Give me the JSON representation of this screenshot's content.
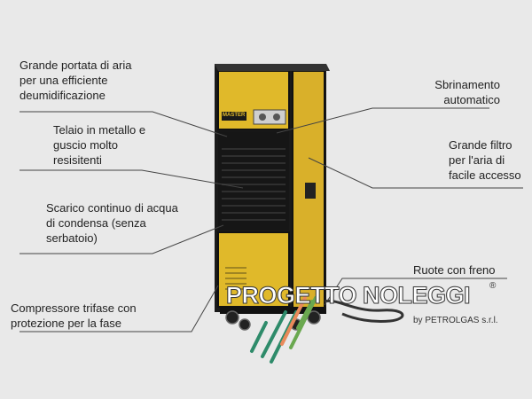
{
  "labels": {
    "airflow": [
      "Grande portata di aria",
      "per una efficiente",
      "deumidificazione"
    ],
    "frame": [
      "Telaio in metallo e",
      "guscio molto",
      "resisitenti"
    ],
    "drain": [
      "Scarico continuo di acqua",
      "di condensa (senza",
      "serbatoio)"
    ],
    "compressor": [
      "Compressore trifase con",
      "protezione per la fase"
    ],
    "defrost": [
      "Sbrinamento",
      "automatico"
    ],
    "filter": [
      "Grande filtro",
      "per l'aria di",
      "facile accesso"
    ],
    "wheels": [
      "Ruote con freno"
    ]
  },
  "product": {
    "brand_badge": "MASTER"
  },
  "logo": {
    "main": "PROGETTO NOLEGGI",
    "registered": "®",
    "sub": "by PETROLGAS s.r.l."
  },
  "colors": {
    "yellow": "#e0b92a",
    "frame": "#1c1c1c",
    "logo_stripes": [
      "#2e8b6a",
      "#e98a5a",
      "#6aa84f"
    ]
  }
}
